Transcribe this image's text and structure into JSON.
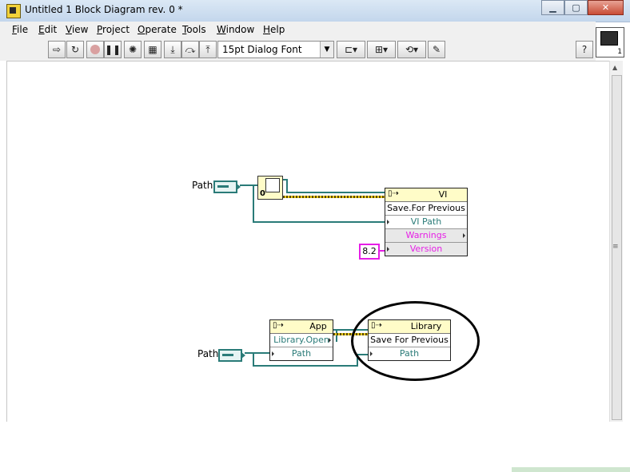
{
  "window": {
    "title": "Untitled 1 Block Diagram rev. 0 *",
    "minimize": "▁",
    "maximize": "▢",
    "close": "✕"
  },
  "menu": {
    "items": [
      {
        "label": "File",
        "key": "F",
        "rest": "ile"
      },
      {
        "label": "Edit",
        "key": "E",
        "rest": "dit"
      },
      {
        "label": "View",
        "key": "V",
        "rest": "iew"
      },
      {
        "label": "Project",
        "key": "P",
        "rest": "roject"
      },
      {
        "label": "Operate",
        "key": "O",
        "rest": "perate"
      },
      {
        "label": "Tools",
        "key": "T",
        "rest": "ools"
      },
      {
        "label": "Window",
        "key": "W",
        "rest": "indow"
      },
      {
        "label": "Help",
        "key": "H",
        "rest": "elp"
      }
    ]
  },
  "toolbar": {
    "font": "15pt Dialog Font",
    "help_label": "?",
    "connector_number": "1",
    "icons": [
      "run-arrow-icon",
      "run-continuously-icon",
      "abort-icon",
      "pause-icon",
      "highlight-execution-icon",
      "retain-wire-values-icon",
      "step-into-icon",
      "step-over-icon",
      "step-out-icon",
      "align-icon",
      "distribute-icon",
      "reorder-icon",
      "cleanup-icon",
      "help-icon"
    ]
  },
  "diagram": {
    "top": {
      "path_label": "Path",
      "node_class": "VI",
      "method": "Save.For Previous",
      "terms": [
        "VI Path",
        "Warnings",
        "Version"
      ],
      "version_const": "8.2",
      "open_ref_index": "0"
    },
    "bottom": {
      "path_label": "Path",
      "app_node": {
        "class": "App",
        "method": "Library.Open",
        "term": "Path"
      },
      "lib_node": {
        "class": "Library",
        "method": "Save For Previous",
        "term": "Path"
      }
    }
  },
  "colors": {
    "path_teal": "#2a7b78",
    "string_pink": "#e61ee6",
    "node_header": "#fffcc8"
  }
}
